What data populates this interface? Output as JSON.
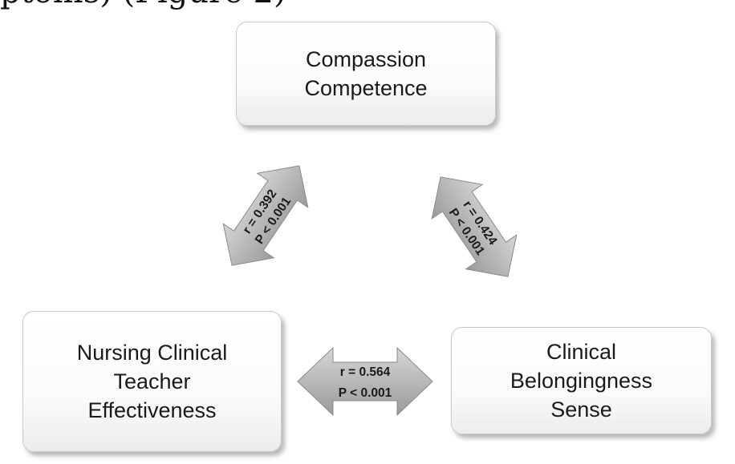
{
  "header": {
    "partial_text": "ptoms) (Figure 2)"
  },
  "nodes": {
    "compassion": {
      "label": "Compassion\nCompetence"
    },
    "nursing": {
      "label": "Nursing Clinical\nTeacher\nEffectiveness"
    },
    "belonging": {
      "label": "Clinical\nBelongingness\nSense"
    }
  },
  "links": {
    "compassion_nursing": {
      "r": "r = 0.392",
      "p": "P < 0.001"
    },
    "compassion_belonging": {
      "r": "r = 0.424",
      "p": "P < 0.001"
    },
    "nursing_belonging": {
      "r": "r = 0.564",
      "p": "P < 0.001"
    }
  },
  "colors": {
    "arrow_light": "#d6d6d6",
    "arrow_dark": "#9a9a9a",
    "box_border": "#c9c9c9"
  }
}
